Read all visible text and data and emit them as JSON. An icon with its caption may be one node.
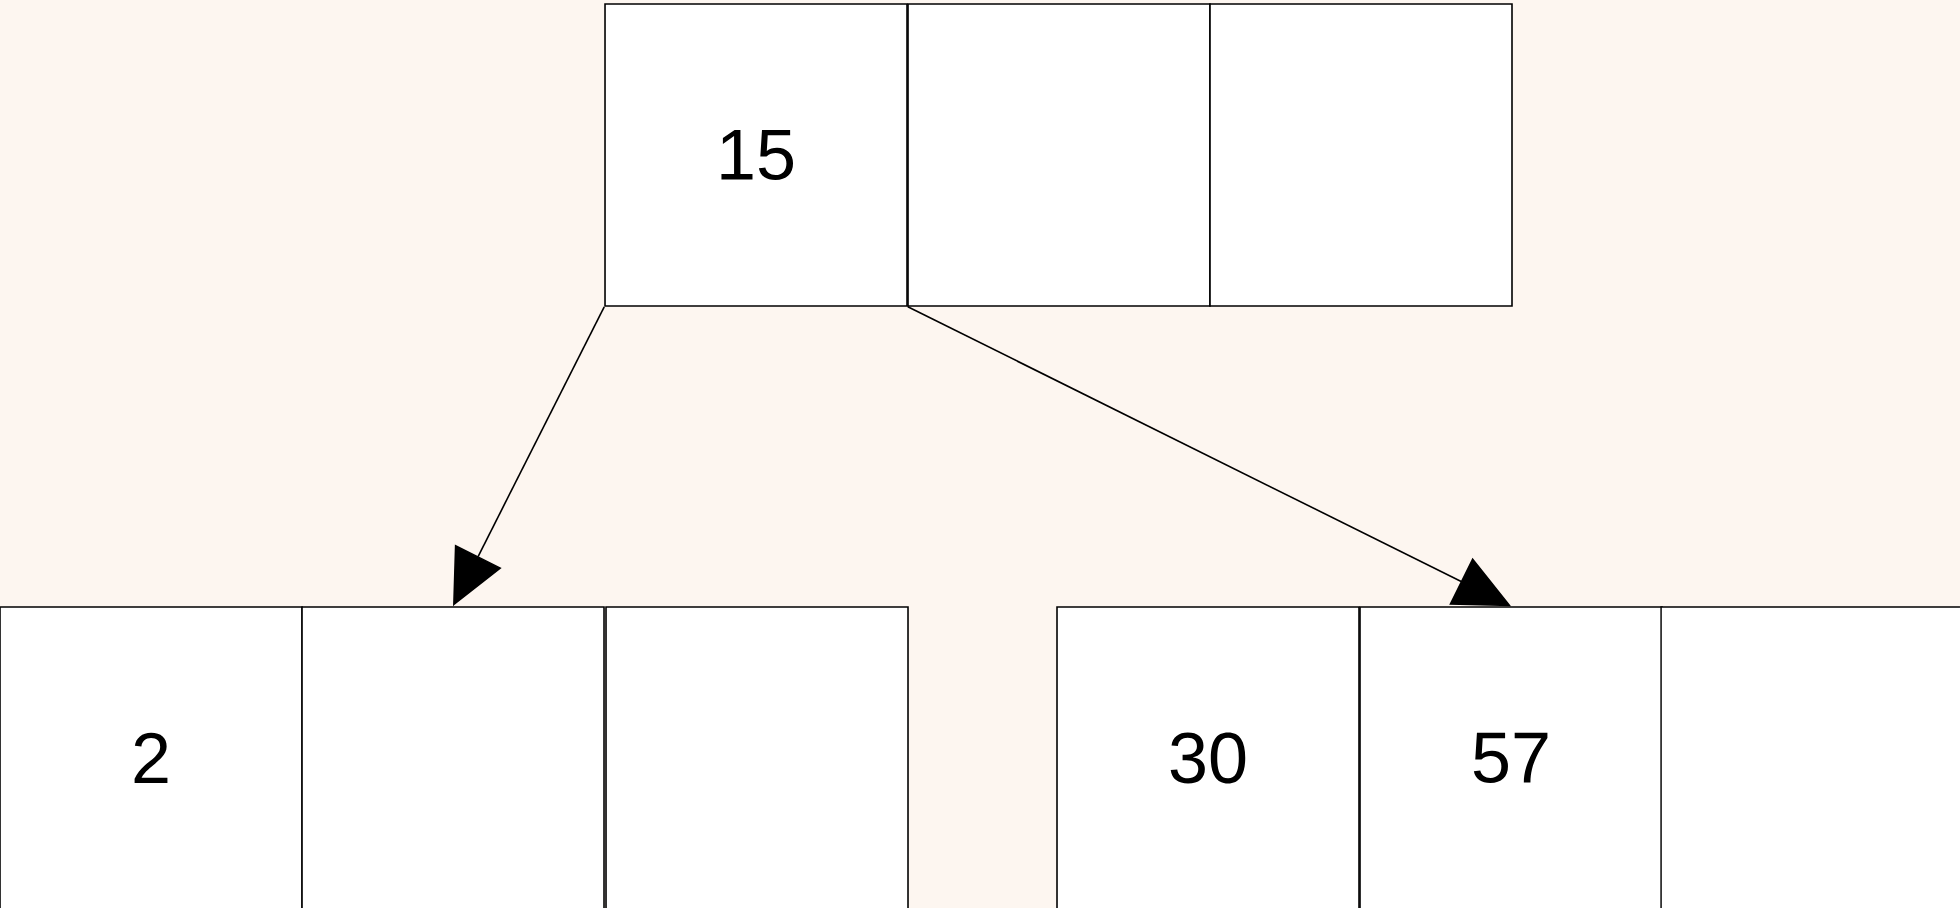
{
  "diagram": {
    "nodes": [
      {
        "text": [
          "15"
        ]
      },
      {
        "text": [],
        "shape": "box"
      },
      {
        "text": [],
        "shape": "box"
      },
      {
        "text": [
          "2"
        ]
      },
      {
        "text": [],
        "shape": "box"
      },
      {
        "text": [],
        "shape": "box"
      },
      {
        "text": [
          "30"
        ]
      },
      {
        "text": [
          "57"
        ]
      },
      {
        "text": [],
        "shape": "box"
      }
    ],
    "edges": [
      {
        "from": 0,
        "to": 4,
        "arrow": "to"
      },
      {
        "from": 0,
        "to": 7,
        "arrow": "to"
      }
    ]
  }
}
